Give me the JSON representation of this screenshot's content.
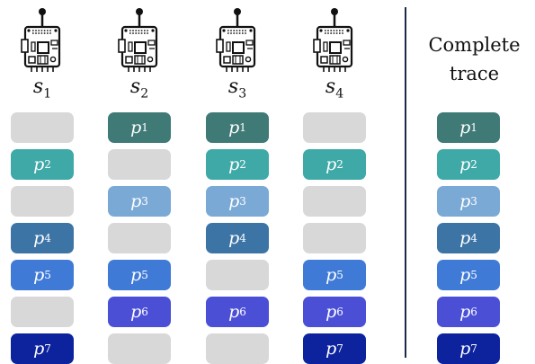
{
  "colors": {
    "p1": "#3f7a76",
    "p2": "#3ea9a7",
    "p3": "#7aa9d6",
    "p4": "#3d74a6",
    "p5": "#3f7ad6",
    "p6": "#4a4fd6",
    "p7": "#0d239e",
    "empty": "#d8d8d8",
    "divider": "#1b2a4a"
  },
  "sensors": [
    {
      "name": "s",
      "sub": "1",
      "icon": "sensor-board-icon",
      "cells": [
        "",
        "2",
        "",
        "4",
        "5",
        "",
        "7"
      ]
    },
    {
      "name": "s",
      "sub": "2",
      "icon": "sensor-board-icon",
      "cells": [
        "1",
        "",
        "3",
        "",
        "5",
        "6",
        ""
      ]
    },
    {
      "name": "s",
      "sub": "3",
      "icon": "sensor-board-icon",
      "cells": [
        "1",
        "2",
        "3",
        "4",
        "",
        "6",
        ""
      ]
    },
    {
      "name": "s",
      "sub": "4",
      "icon": "sensor-board-icon",
      "cells": [
        "",
        "2",
        "",
        "",
        "5",
        "6",
        "7"
      ]
    }
  ],
  "complete": {
    "title_line1": "Complete",
    "title_line2": "trace",
    "cells": [
      "1",
      "2",
      "3",
      "4",
      "5",
      "6",
      "7"
    ]
  },
  "cell_prefix": "p"
}
